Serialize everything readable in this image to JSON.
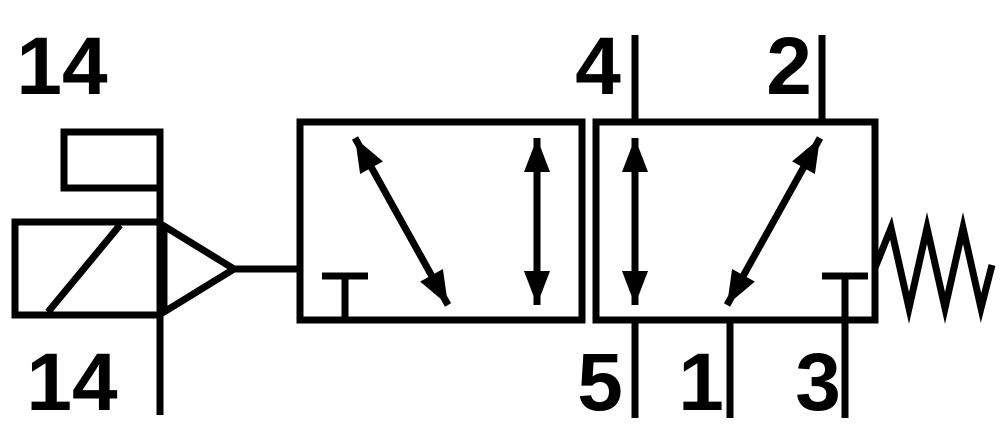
{
  "diagram": {
    "background": "#ffffff",
    "line_color": "#000000"
  },
  "labels": {
    "pilot_top": "14",
    "pilot_bottom": "14",
    "port_4": "4",
    "port_2": "2",
    "port_5": "5",
    "port_1": "1",
    "port_3": "3"
  }
}
